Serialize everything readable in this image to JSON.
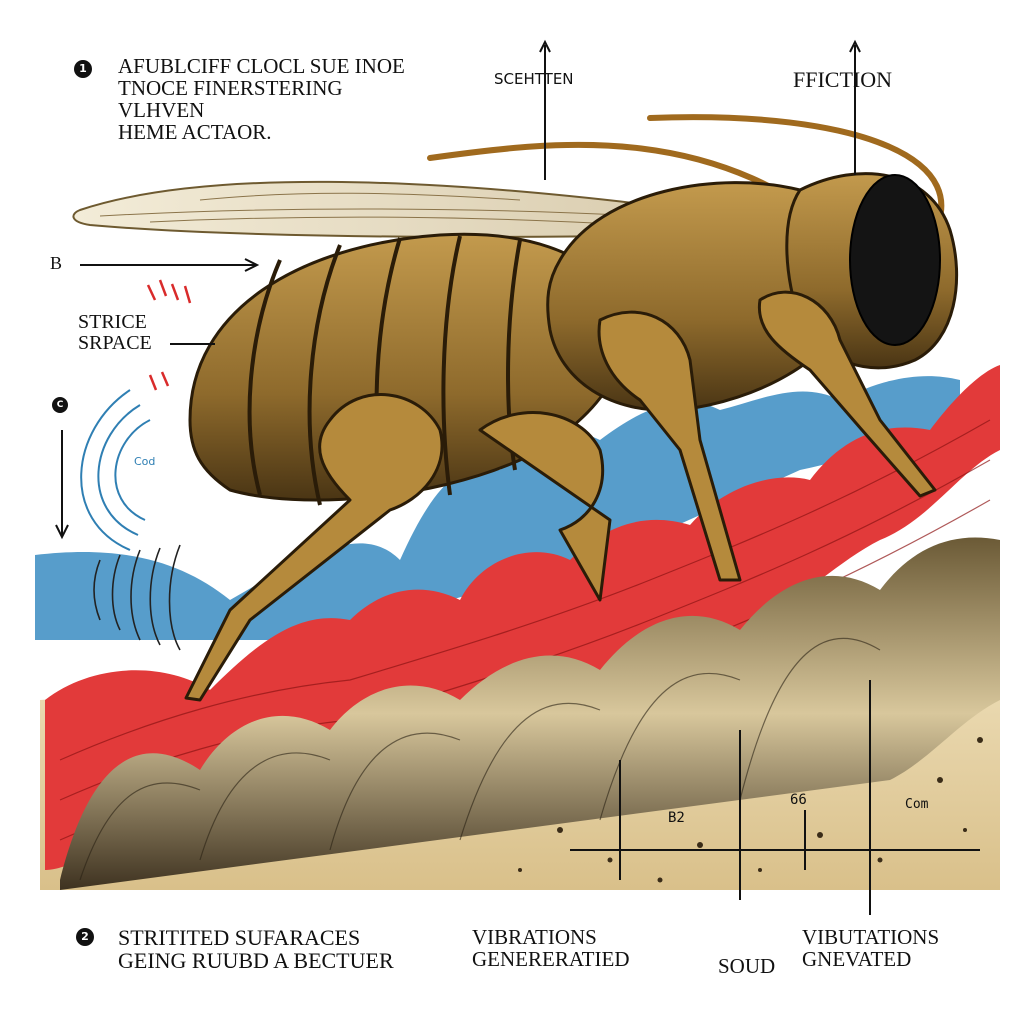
{
  "top_note": {
    "marker": "1",
    "text": "AFUBLCIFF CLOCL SUE INOE\nTNOCE FINERSTERING VLHVEN\nHEME ACTAOR."
  },
  "labels": {
    "scentten": "SCEHTTEN",
    "ffiction": "FFICTION",
    "b": "B",
    "strice_srpace": "STRICE\nSRPACE",
    "c_marker": "C",
    "cod": "Cod",
    "b2": "B2",
    "n66": "66",
    "com": "Com"
  },
  "bottom": {
    "marker": "2",
    "striated": "STRITITED SUFARACES\nGEING RUUBD A BECTUER",
    "vibrations": "VIBRATIONS\nGENERERATIED",
    "sound": "SOUD",
    "vibutations": "VIBUTATIONS\nGNEVATED"
  },
  "colors": {
    "body": "#9a7a3a",
    "dark": "#3b2a10",
    "red": "#d92b2b",
    "blue": "#2f7fb3",
    "ground": "#d9c08a"
  }
}
